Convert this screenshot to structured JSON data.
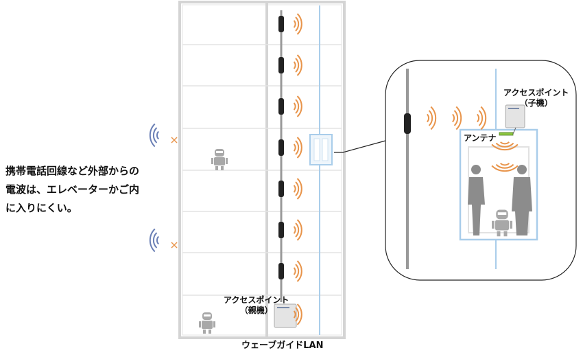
{
  "description": {
    "lines": [
      "携帯電話回線など外部からの",
      "電波は、エレベーターかご内",
      "に入りにくい。"
    ]
  },
  "labels": {
    "ap_parent": "アクセスポイント",
    "ap_parent_sub": "（親機）",
    "ap_child": "アクセスポイント",
    "ap_child_sub": "（子機）",
    "antenna": "アンテナ",
    "waveguide_lan": "ウェーブガイドLAN"
  },
  "colors": {
    "wave": "#e8944a",
    "blocked_wave": "#6a7fb5",
    "shaft_line": "#a9cdea",
    "frame": "#cfcfcf",
    "block_mark": "#e8944a"
  },
  "icons": [
    "signal-wave-icon",
    "blocked-x-icon",
    "robot-icon",
    "person-silhouette-icon",
    "access-point-icon",
    "waveguide-coupler-icon"
  ]
}
